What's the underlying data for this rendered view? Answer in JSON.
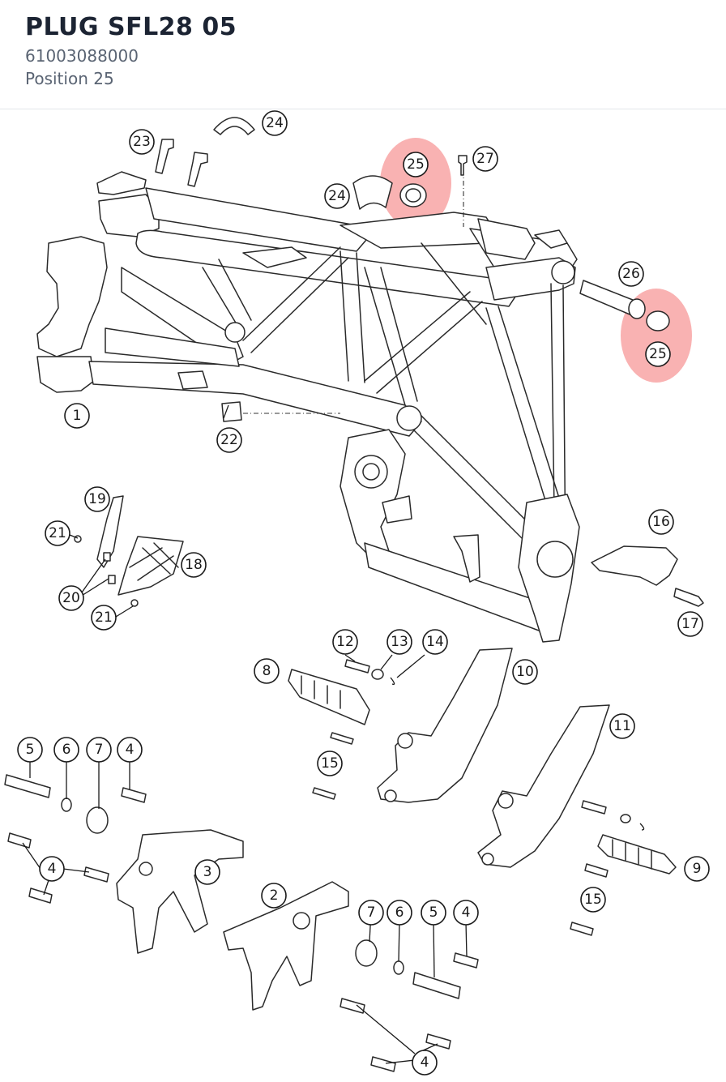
{
  "header": {
    "title": "PLUG SFL28 05",
    "part_number": "61003088000",
    "position": "Position 25"
  },
  "highlight_color": "#f04848",
  "callouts": [
    {
      "id": "c25a",
      "label": "25",
      "highlight": true
    },
    {
      "id": "c25b",
      "label": "25",
      "highlight": true
    },
    {
      "id": "c23",
      "label": "23"
    },
    {
      "id": "c24a",
      "label": "24"
    },
    {
      "id": "c24b",
      "label": "24"
    },
    {
      "id": "c27",
      "label": "27"
    },
    {
      "id": "c26",
      "label": "26"
    },
    {
      "id": "c1",
      "label": "1"
    },
    {
      "id": "c22",
      "label": "22"
    },
    {
      "id": "c19",
      "label": "19"
    },
    {
      "id": "c21a",
      "label": "21"
    },
    {
      "id": "c18",
      "label": "18"
    },
    {
      "id": "c20",
      "label": "20"
    },
    {
      "id": "c21b",
      "label": "21"
    },
    {
      "id": "c16",
      "label": "16"
    },
    {
      "id": "c17",
      "label": "17"
    },
    {
      "id": "c12",
      "label": "12"
    },
    {
      "id": "c13",
      "label": "13"
    },
    {
      "id": "c14",
      "label": "14"
    },
    {
      "id": "c8",
      "label": "8"
    },
    {
      "id": "c10",
      "label": "10"
    },
    {
      "id": "c11",
      "label": "11"
    },
    {
      "id": "c15a",
      "label": "15"
    },
    {
      "id": "c5a",
      "label": "5"
    },
    {
      "id": "c6a",
      "label": "6"
    },
    {
      "id": "c7a",
      "label": "7"
    },
    {
      "id": "c4a",
      "label": "4"
    },
    {
      "id": "c4b",
      "label": "4"
    },
    {
      "id": "c3",
      "label": "3"
    },
    {
      "id": "c9",
      "label": "9"
    },
    {
      "id": "c15b",
      "label": "15"
    },
    {
      "id": "c2",
      "label": "2"
    },
    {
      "id": "c7b",
      "label": "7"
    },
    {
      "id": "c6b",
      "label": "6"
    },
    {
      "id": "c5b",
      "label": "5"
    },
    {
      "id": "c4c",
      "label": "4"
    },
    {
      "id": "c4d",
      "label": "4"
    }
  ]
}
